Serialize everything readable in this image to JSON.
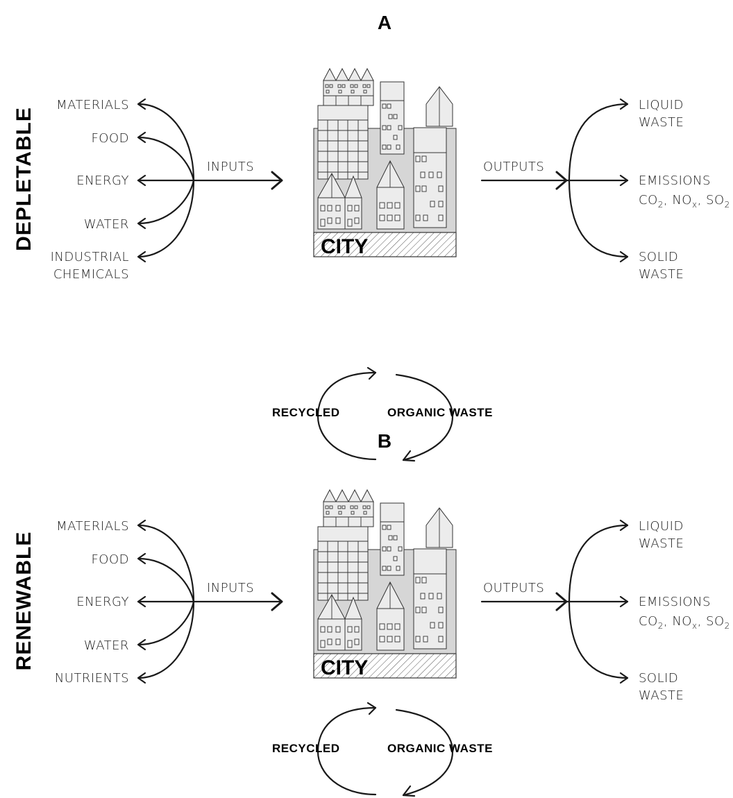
{
  "panels": [
    {
      "letter": "A",
      "side_label": "DEPLETABLE",
      "inputs_label": "INPUTS",
      "outputs_label": "OUTPUTS",
      "city_label": "CITY",
      "input_items": [
        "MATERIALS",
        "FOOD",
        "ENERGY",
        "WATER",
        "INDUSTRIAL",
        "CHEMICALS"
      ],
      "output_items": {
        "liquid": [
          "LIQUID",
          "WASTE"
        ],
        "emissions": "EMISSIONS",
        "emission_species": [
          "CO",
          "2",
          ", NO",
          "x",
          ", SO",
          "2"
        ],
        "solid": [
          "SOLID",
          "WASTE"
        ]
      }
    },
    {
      "letter": "B",
      "side_label": "RENEWABLE",
      "inputs_label": "INPUTS",
      "outputs_label": "OUTPUTS",
      "city_label": "CITY",
      "input_items": [
        "MATERIALS",
        "FOOD",
        "ENERGY",
        "WATER",
        "NUTRIENTS"
      ],
      "output_items": {
        "liquid": [
          "LIQUID",
          "WASTE"
        ],
        "emissions": "EMISSIONS",
        "emission_species": [
          "CO",
          "2",
          ", NO",
          "x",
          ", SO",
          "2"
        ],
        "solid": [
          "SOLID",
          "WASTE"
        ]
      }
    }
  ],
  "loops": [
    {
      "left": "RECYCLED",
      "right": "ORGANIC WASTE"
    },
    {
      "left": "RECYCLED",
      "right": "ORGANIC WASTE"
    }
  ],
  "colors": {
    "ink": "#1a1a1a",
    "building_fill": "#ececec",
    "ground_fill": "#d6d6d6"
  }
}
